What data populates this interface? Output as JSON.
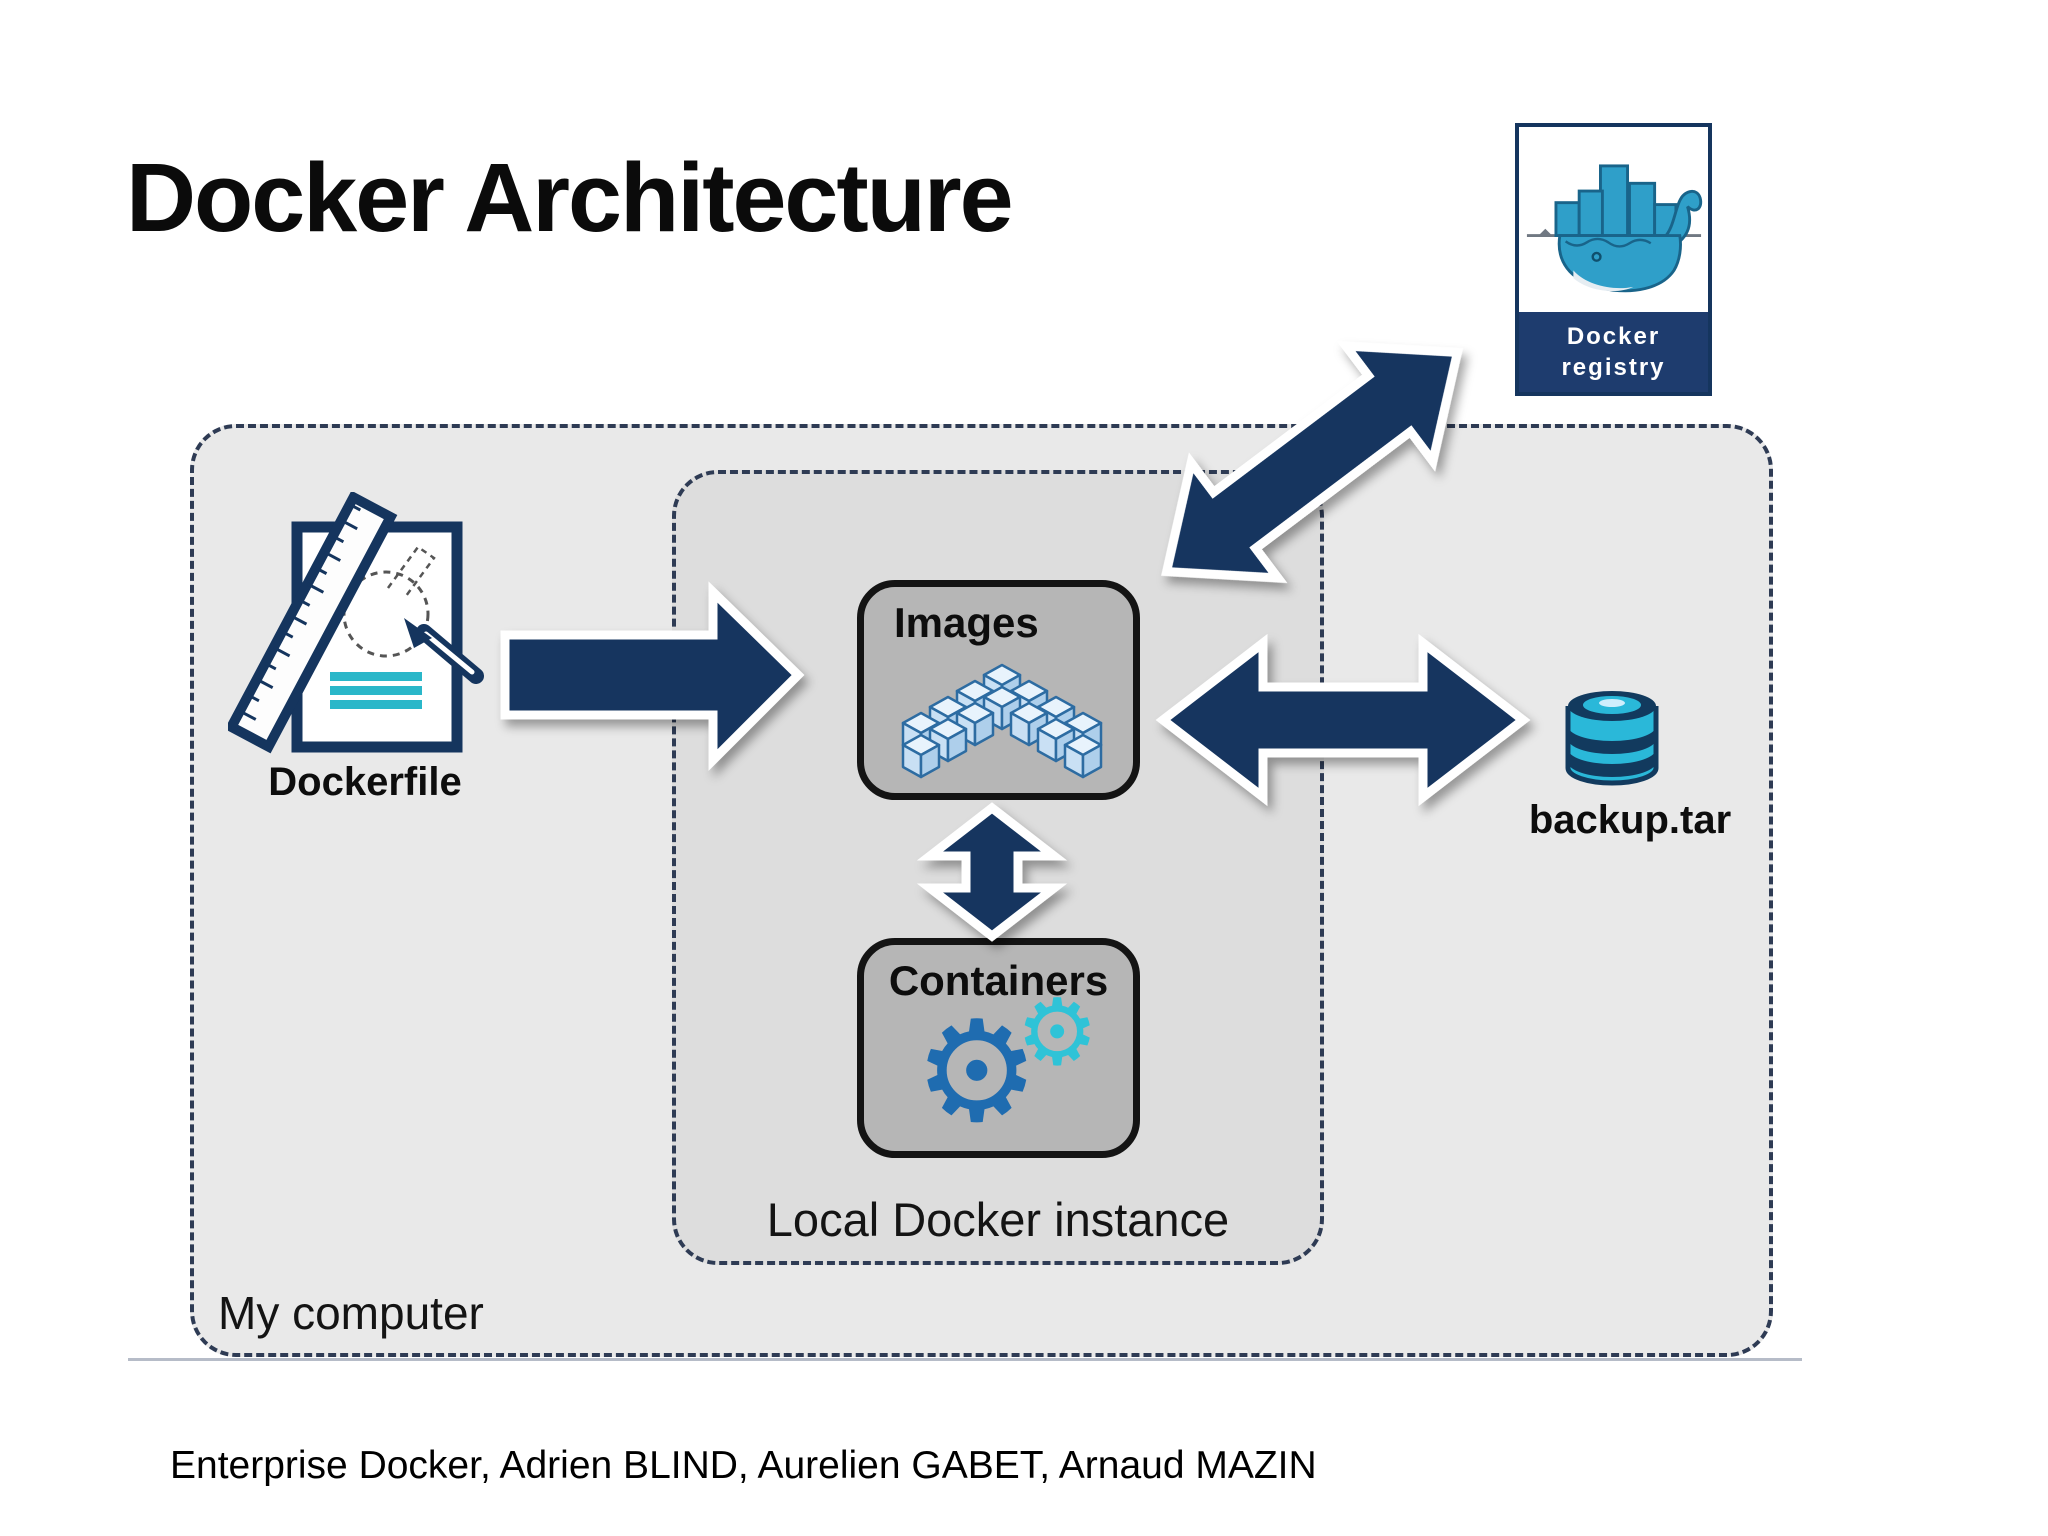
{
  "slide": {
    "title": "Docker Architecture",
    "footer_credit": "Enterprise Docker, Adrien BLIND, Aurelien GABET, Arnaud MAZIN"
  },
  "registry": {
    "label_line1": "Docker",
    "label_line2": "registry",
    "icon": "docker-whale-icon"
  },
  "computer_box": {
    "label": "My computer"
  },
  "docker_instance_box": {
    "label": "Local Docker instance"
  },
  "nodes": {
    "dockerfile": {
      "label": "Dockerfile",
      "icon": "dockerfile-blueprint-icon"
    },
    "images": {
      "label": "Images",
      "icon": "layered-cubes-icon"
    },
    "containers": {
      "label": "Containers",
      "icon": "gears-icon",
      "gear_glyph": "⚙"
    },
    "backup": {
      "label": "backup.tar",
      "icon": "database-cylinder-icon"
    }
  },
  "arrows": [
    {
      "name": "arrow-dockerfile-to-images",
      "direction": "right"
    },
    {
      "name": "arrow-images-registry",
      "direction": "bidirectional-diagonal"
    },
    {
      "name": "arrow-images-backup",
      "direction": "bidirectional-horizontal"
    },
    {
      "name": "arrow-images-containers",
      "direction": "bidirectional-vertical"
    }
  ],
  "colors": {
    "arrow_navy": "#14345f",
    "registry_band_navy": "#1e3c6e",
    "dashed_border": "#2e3b54",
    "outer_box_fill": "#e9e9e9",
    "inner_box_fill": "#dddddd",
    "node_fill": "#b6b6b6",
    "whale_blue": "#2f9fc9",
    "teal": "#2ab7c9",
    "gear_blue": "#1f6cb0",
    "gear_cyan": "#2fc3d7",
    "cube_stroke": "#2d6ca2"
  }
}
